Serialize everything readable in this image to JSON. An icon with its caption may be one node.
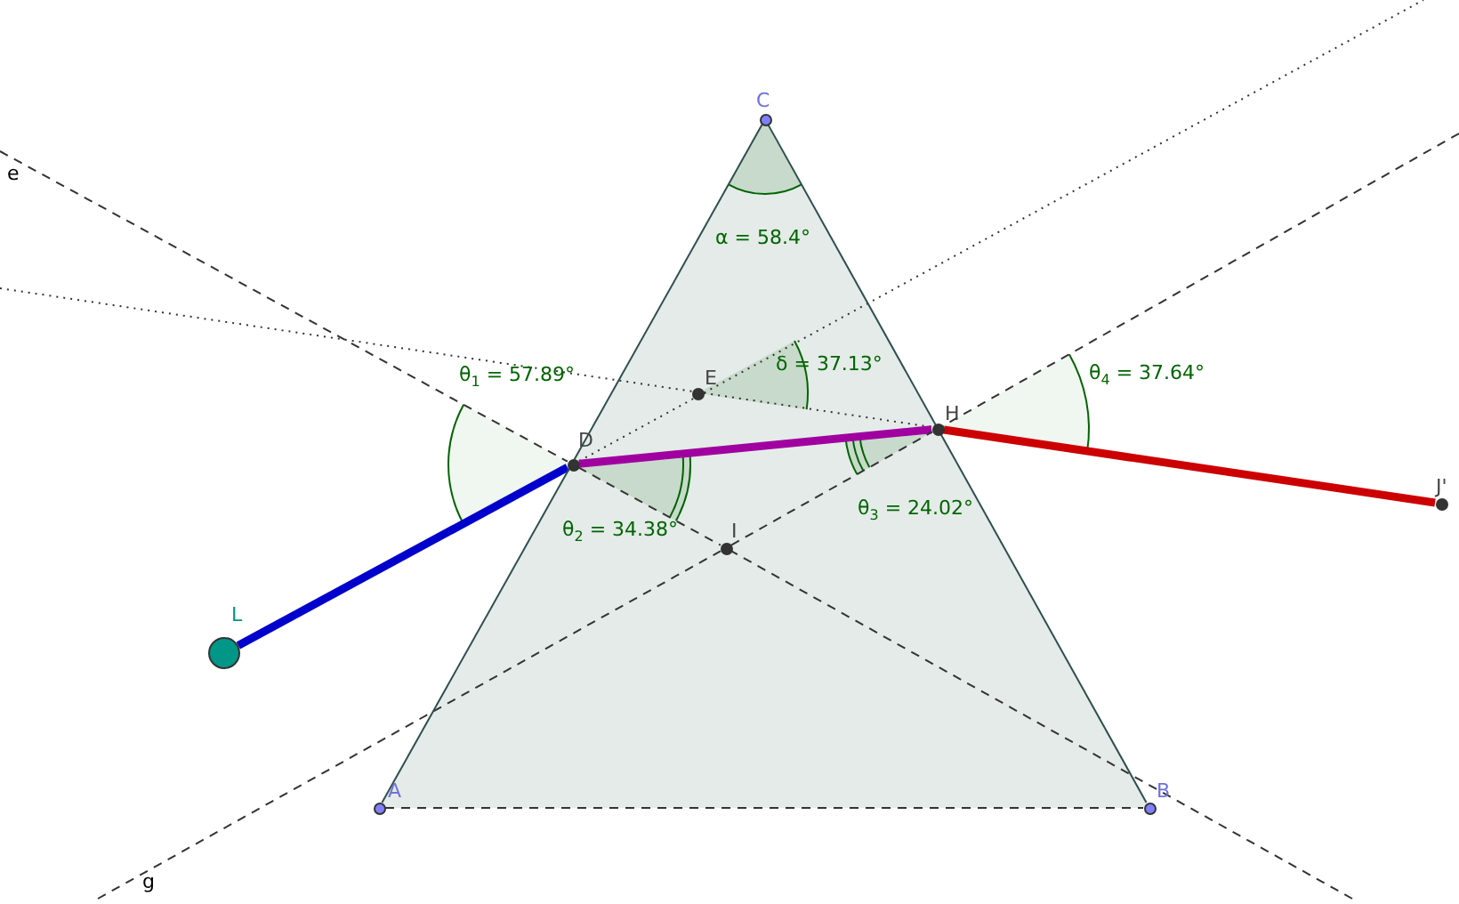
{
  "diagram": {
    "nodes": [
      {
        "text": [],
        "shape": "circle",
        "beside": [
          "C"
        ]
      },
      {
        "text": [],
        "shape": "circle",
        "beside": [
          "E"
        ]
      },
      {
        "text": [],
        "shape": "circle",
        "beside": [
          "H"
        ]
      },
      {
        "text": [],
        "shape": "circle",
        "beside": [
          "D"
        ]
      },
      {
        "text": [],
        "shape": "circle",
        "beside": [
          "J'"
        ]
      },
      {
        "text": [],
        "shape": "circle",
        "beside": [
          "I"
        ]
      },
      {
        "text": [],
        "shape": "circle",
        "beside": [
          "L"
        ]
      },
      {
        "text": [],
        "shape": "circle",
        "beside": [
          "A"
        ]
      },
      {
        "text": [],
        "shape": "circle",
        "beside": [
          "B"
        ]
      }
    ],
    "edges": [
      {
        "from": 6,
        "to": 3,
        "arrow": "none",
        "style": "thick",
        "color": "#0000cc"
      },
      {
        "from": 3,
        "to": 2,
        "arrow": "none",
        "style": "thick",
        "color": "#a000a0"
      },
      {
        "from": 2,
        "to": 4,
        "arrow": "none",
        "style": "thick",
        "color": "#cc0000"
      },
      {
        "from": 7,
        "to": 0,
        "arrow": "none"
      },
      {
        "from": 0,
        "to": 8,
        "arrow": "none"
      },
      {
        "from": 7,
        "to": 8,
        "arrow": "none",
        "style": "dashed"
      },
      {
        "from": 3,
        "to": 5,
        "arrow": "none",
        "style": "dashed"
      },
      {
        "from": 5,
        "to": 2,
        "arrow": "none",
        "style": "dashed"
      }
    ],
    "labels": [
      "e",
      "α = 58.4°",
      "θ$_{4}$ = 37.64°",
      "δ = 37.13°",
      "θ$_{1}$ = 57.89°",
      "θ$_{3}$ = 24.02°",
      "θ$_{2}$ = 34.38°",
      "g"
    ]
  }
}
